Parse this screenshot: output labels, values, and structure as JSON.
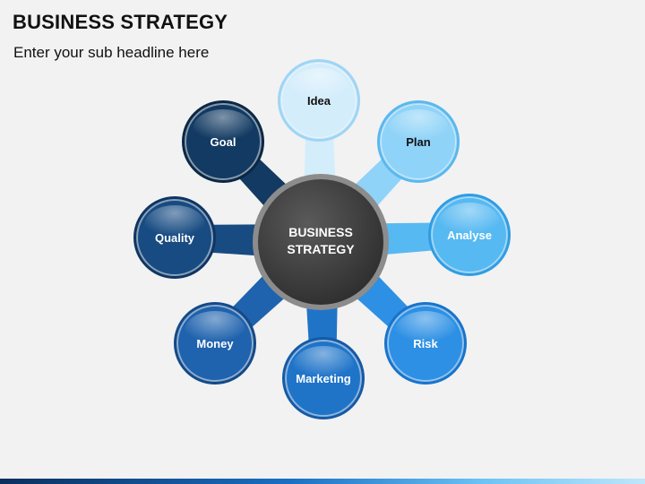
{
  "header": {
    "title": "BUSINESS STRATEGY",
    "subtitle": "Enter your sub headline here"
  },
  "hub": {
    "line1": "BUSINESS",
    "line2": "STRATEGY"
  },
  "nodes": [
    {
      "id": "idea",
      "label": "Idea",
      "fill": "#d4edfb",
      "edge": "#9fd5f5",
      "text_color": "#111111"
    },
    {
      "id": "plan",
      "label": "Plan",
      "fill": "#8fd3f8",
      "edge": "#5ab8ee",
      "text_color": "#111111"
    },
    {
      "id": "analyse",
      "label": "Analyse",
      "fill": "#57b9f1",
      "edge": "#2e9de4",
      "text_color": "#ffffff"
    },
    {
      "id": "risk",
      "label": "Risk",
      "fill": "#2d90e4",
      "edge": "#1774cc",
      "text_color": "#ffffff"
    },
    {
      "id": "marketing",
      "label": "Marketing",
      "fill": "#1f74c8",
      "edge": "#145aa6",
      "text_color": "#ffffff"
    },
    {
      "id": "money",
      "label": "Money",
      "fill": "#1f62ad",
      "edge": "#134a88",
      "text_color": "#ffffff"
    },
    {
      "id": "quality",
      "label": "Quality",
      "fill": "#174b82",
      "edge": "#0e3563",
      "text_color": "#ffffff"
    },
    {
      "id": "goal",
      "label": "Goal",
      "fill": "#123a62",
      "edge": "#0a2746",
      "text_color": "#ffffff"
    }
  ],
  "colors": {
    "hub_fill": "#3f3f3f",
    "hub_ring": "#8c8c8c",
    "background": "#f2f2f2"
  }
}
